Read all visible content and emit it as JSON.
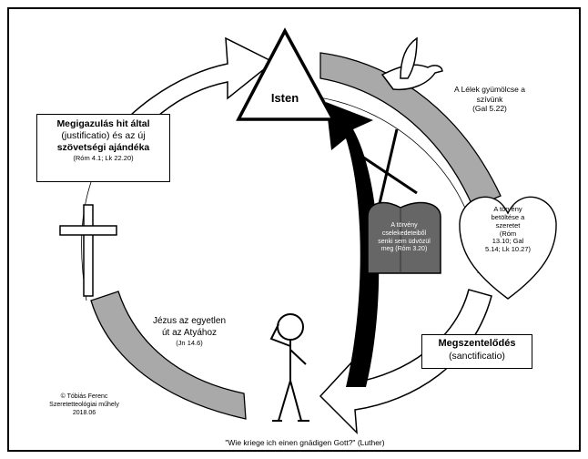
{
  "center": {
    "label": "Isten"
  },
  "justification": {
    "line1": "Megigazulás hit által",
    "line2": "(justificatio) és az új",
    "line3": "szövetségi ajándéka",
    "ref": "(Róm 4.1; Lk 22.20)"
  },
  "spirit": {
    "line1": "A Lélek gyümölcse a",
    "line2": "szívünk",
    "ref": "(Gal 5.22)"
  },
  "tablets": {
    "line1": "A törvény",
    "line2": "cselekedeteiből",
    "line3": "senki sem üdvözül",
    "line4": "meg (Róm 3.20)"
  },
  "heart": {
    "line1": "A törvény",
    "line2": "betöltése a",
    "line3": "szeretet",
    "line4": "(Róm",
    "line5": "13.10; Gal",
    "line6": "5.14; Lk 10.27)"
  },
  "jesus": {
    "line1": "Jézus az egyetlen",
    "line2": "út az Atyához",
    "ref": "(Jn 14.6)"
  },
  "sanctification": {
    "line1": "Megszentelődés",
    "line2": "(sanctificatio)"
  },
  "credit": {
    "line1": "© Tóbiás Ferenc",
    "line2": "Szeretetteológiai műhely",
    "line3": "2018.06"
  },
  "quote": "\"Wie kriege ich einen gnädigen Gott?\" (Luther)",
  "colors": {
    "band": "#a9a9a9",
    "tablet": "#666666",
    "ink": "#000000"
  }
}
